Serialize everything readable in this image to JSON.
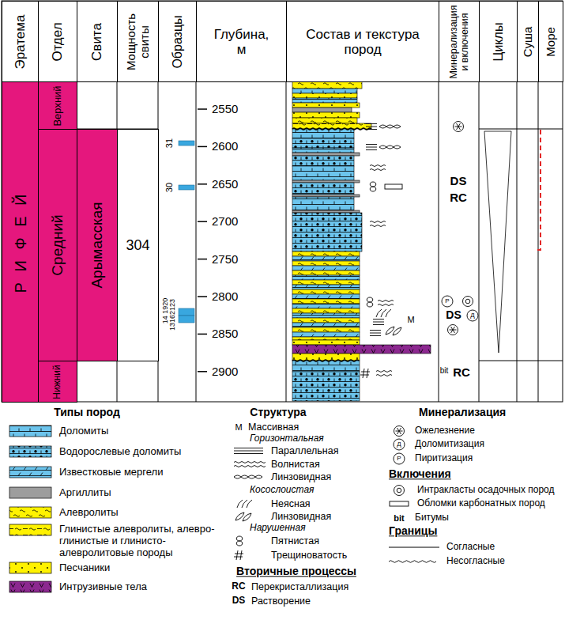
{
  "diagram": {
    "nodes": [
      {
        "text": [
          "Эратема"
        ]
      },
      {
        "text": [
          "Отдел"
        ]
      },
      {
        "text": [
          "Свита"
        ]
      },
      {
        "text": [
          "Мощность свиты"
        ]
      },
      {
        "text": [
          "Образцы"
        ]
      },
      {
        "text": [
          "Глубина, м"
        ]
      },
      {
        "text": [
          "Состав и текстура пород"
        ]
      },
      {
        "text": [
          "Минерализация и включения"
        ]
      },
      {
        "text": [
          "Циклы"
        ]
      },
      {
        "text": [
          "Суша"
        ]
      },
      {
        "text": [
          "Море"
        ]
      },
      {
        "text": [
          "Р И Ф Е Й"
        ]
      },
      {
        "text": [
          "Верхний"
        ]
      },
      {
        "text": [
          "Средний"
        ]
      },
      {
        "text": [
          "Нижний"
        ]
      },
      {
        "text": [
          "Арымасская"
        ]
      },
      {
        "text": [
          "304"
        ]
      }
    ],
    "labels": [
      "2550",
      "2600",
      "2650",
      "2700",
      "2750",
      "2800",
      "2850",
      "2900",
      "31",
      "30",
      "14 1920",
      "13162123",
      "DS",
      "RC",
      "Р",
      "DS",
      "Д",
      "bit",
      "RC",
      "M",
      "Типы пород",
      "Структура",
      "M",
      "Горизонтальная",
      "Косослоистая",
      "Нарушенная",
      "Вторичные процессы",
      "RC",
      "DS",
      "Минерализация",
      "Д",
      "Р",
      "Включения",
      "bit",
      "Границы"
    ],
    "legend": [
      {
        "text": "Доломиты",
        "color": "#6cc4ec"
      },
      {
        "text": "Водорослевые доломиты",
        "color": "#6cc4ec"
      },
      {
        "text": "Известковые мергели",
        "color": "#6cc4ec"
      },
      {
        "text": "Аргиллиты",
        "color": "#9d9d9d"
      },
      {
        "text": "Алевролиты",
        "color": "#fff200"
      },
      {
        "text": "Глинистые алевролиты, алевро-глинистые и глинисто-алевролитовые породы",
        "color": "#fff200"
      },
      {
        "text": "Песчаники",
        "color": "#fff200"
      },
      {
        "text": "Интрузивные тела",
        "color": "#8c2890"
      },
      {
        "text": "Массивная"
      },
      {
        "text": "Параллельная"
      },
      {
        "text": "Волнистая"
      },
      {
        "text": "Линзовидная"
      },
      {
        "text": "Неясная"
      },
      {
        "text": "Линзовидная"
      },
      {
        "text": "Пятнистая"
      },
      {
        "text": "Трещиноватость"
      },
      {
        "text": "Перекристаллизация"
      },
      {
        "text": "Растворение"
      },
      {
        "text": "Ожелезнение"
      },
      {
        "text": "Доломитизация"
      },
      {
        "text": "Пиритизация"
      },
      {
        "text": "Интракласты осадочных пород"
      },
      {
        "text": "Обломки карбонатных пород"
      },
      {
        "text": "Битумы"
      },
      {
        "text": "Согласные"
      },
      {
        "text": "Несогласные"
      }
    ]
  }
}
